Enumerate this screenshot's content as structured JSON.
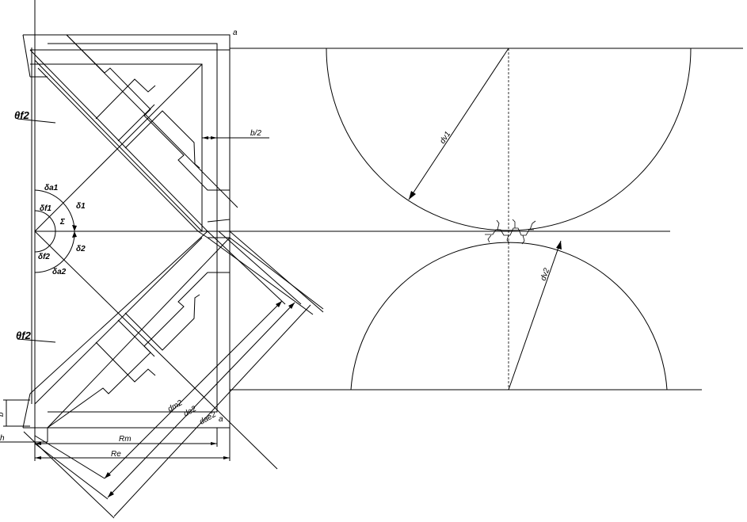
{
  "labels": {
    "b_half": "b/2",
    "dv1": "dv1",
    "dv2": "dv2",
    "dm2": "dm2",
    "de2": "de2",
    "dae2": "dae2",
    "Rm": "Rm",
    "Re": "Re",
    "theta_f2_top": "θf2",
    "theta_f2_bottom": "θf2",
    "delta_a1": "δa1",
    "delta_f1": "δf1",
    "delta_1": "δ1",
    "sigma": "Σ",
    "delta_f2": "δf2",
    "delta_2": "δ2",
    "delta_a2": "δa2",
    "b_left": "b",
    "h_left": "h",
    "a_mark_top": "a",
    "a_mark_mid": "a"
  }
}
